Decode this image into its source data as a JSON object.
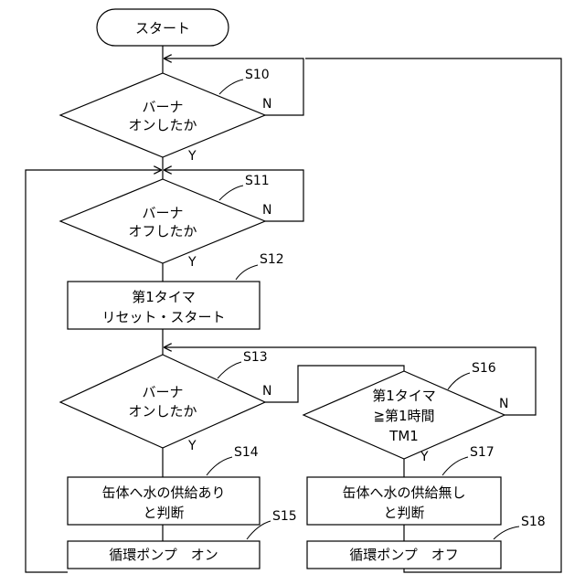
{
  "start": {
    "label": "スタート"
  },
  "steps": {
    "s10": {
      "id": "S10",
      "lines": [
        "バーナ",
        "オンしたか"
      ],
      "yes": "Y",
      "no": "N"
    },
    "s11": {
      "id": "S11",
      "lines": [
        "バーナ",
        "オフしたか"
      ],
      "yes": "Y",
      "no": "N"
    },
    "s12": {
      "id": "S12",
      "lines": [
        "第1タイマ",
        "リセット・スタート"
      ]
    },
    "s13": {
      "id": "S13",
      "lines": [
        "バーナ",
        "オンしたか"
      ],
      "yes": "Y",
      "no": "N"
    },
    "s14": {
      "id": "S14",
      "lines": [
        "缶体へ水の供給あり",
        "と判断"
      ]
    },
    "s15": {
      "id": "S15",
      "lines": [
        "循環ポンプ　オン"
      ]
    },
    "s16": {
      "id": "S16",
      "lines": [
        "第1タイマ",
        "≧第1時間",
        "TM1"
      ],
      "yes": "Y",
      "no": "N"
    },
    "s17": {
      "id": "S17",
      "lines": [
        "缶体へ水の供給無し",
        "と判断"
      ]
    },
    "s18": {
      "id": "S18",
      "lines": [
        "循環ポンプ　オフ"
      ]
    }
  }
}
